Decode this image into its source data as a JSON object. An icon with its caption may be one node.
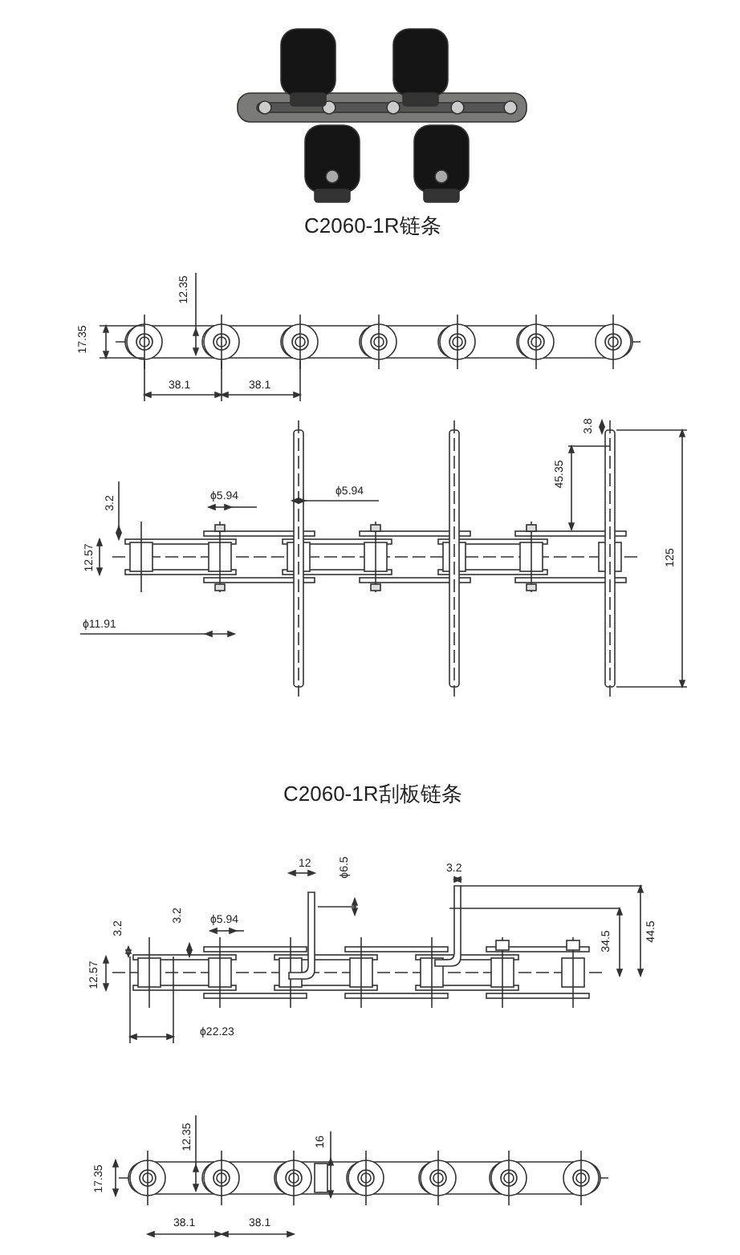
{
  "diagram": {
    "labels": [
      "C2060-1R链条",
      "12.35",
      "17.35",
      "38.1",
      "38.1",
      "3.8",
      "45.35",
      "3.2",
      "ϕ5.94",
      "ϕ5.94",
      "12.57",
      "125",
      "ϕ11.91",
      "C2060-1R刮板链条",
      "12",
      "ϕ6.5",
      "3.2",
      "3.2",
      "3.2",
      "ϕ5.94",
      "34.5",
      "44.5",
      "12.57",
      "ϕ22.23",
      "12.35",
      "16",
      "17.35",
      "38.1",
      "38.1"
    ]
  }
}
